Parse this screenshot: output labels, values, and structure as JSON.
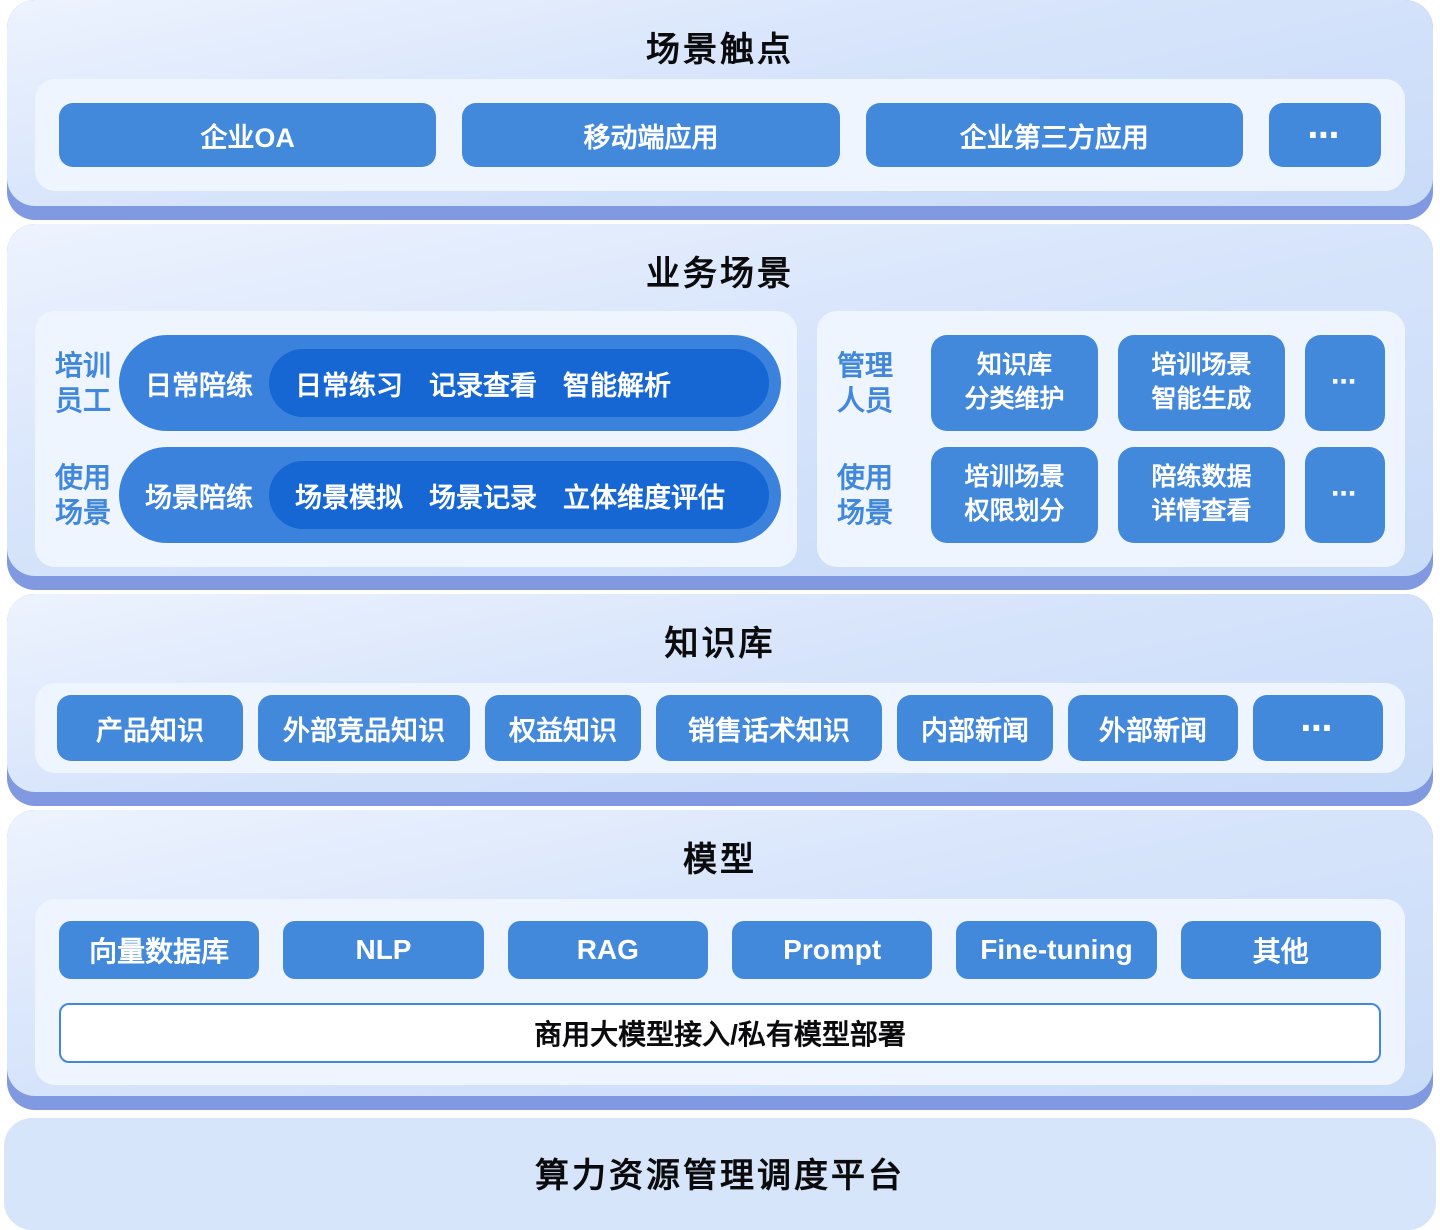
{
  "colors": {
    "button_blue": "#4288db",
    "pill_blue": "#3b82dc",
    "pill_dark_blue": "#1667d3",
    "label_blue": "#4187db",
    "section_shadow": "#8099e0",
    "panel_bg": "#eef5fe",
    "platform_bg": "#d7e5fb"
  },
  "touchpoints": {
    "title": "场景触点",
    "buttons": [
      "企业OA",
      "移动端应用",
      "企业第三方应用"
    ],
    "more": "⋯"
  },
  "business": {
    "title": "业务场景",
    "employee": {
      "rows": [
        {
          "label": [
            "培训",
            "员工"
          ],
          "pill": "日常陪练",
          "items": [
            "日常练习",
            "记录查看",
            "智能解析"
          ]
        },
        {
          "label": [
            "使用",
            "场景"
          ],
          "pill": "场景陪练",
          "items": [
            "场景模拟",
            "场景记录",
            "立体维度评估"
          ]
        }
      ]
    },
    "manager": {
      "rows": [
        {
          "label": [
            "管理",
            "人员"
          ],
          "buttons": [
            [
              "知识库",
              "分类维护"
            ],
            [
              "培训场景",
              "智能生成"
            ]
          ],
          "more": "⋯"
        },
        {
          "label": [
            "使用",
            "场景"
          ],
          "buttons": [
            [
              "培训场景",
              "权限划分"
            ],
            [
              "陪练数据",
              "详情查看"
            ]
          ],
          "more": "⋯"
        }
      ]
    }
  },
  "knowledge": {
    "title": "知识库",
    "buttons": [
      "产品知识",
      "外部竞品知识",
      "权益知识",
      "销售话术知识",
      "内部新闻",
      "外部新闻"
    ],
    "more": "⋯"
  },
  "model": {
    "title": "模型",
    "buttons": [
      "向量数据库",
      "NLP",
      "RAG",
      "Prompt",
      "Fine-tuning",
      "其他"
    ],
    "bar": "商用大模型接入/私有模型部署"
  },
  "platform": {
    "title": "算力资源管理调度平台"
  }
}
